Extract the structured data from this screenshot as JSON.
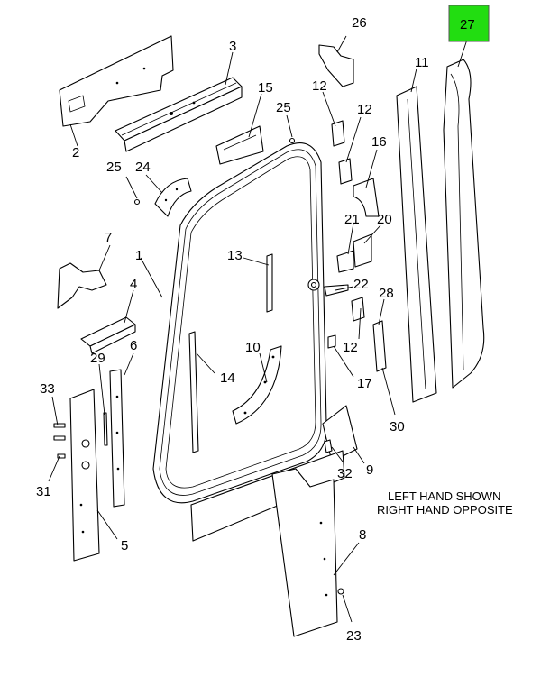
{
  "callouts": {
    "c1": "1",
    "c2": "2",
    "c3": "3",
    "c4": "4",
    "c5": "5",
    "c6": "6",
    "c7": "7",
    "c8": "8",
    "c9": "9",
    "c10": "10",
    "c11": "11",
    "c12a": "12",
    "c12b": "12",
    "c12c": "12",
    "c13": "13",
    "c14": "14",
    "c15": "15",
    "c16": "16",
    "c17": "17",
    "c20": "20",
    "c21": "21",
    "c22": "22",
    "c23": "23",
    "c24": "24",
    "c25a": "25",
    "c25b": "25",
    "c26": "26",
    "c27": "27",
    "c28": "28",
    "c29": "29",
    "c30": "30",
    "c31": "31",
    "c32": "32",
    "c33": "33"
  },
  "note": {
    "line1": "LEFT HAND SHOWN",
    "line2": "RIGHT HAND OPPOSITE"
  },
  "highlight": {
    "color": "#22dd11"
  }
}
